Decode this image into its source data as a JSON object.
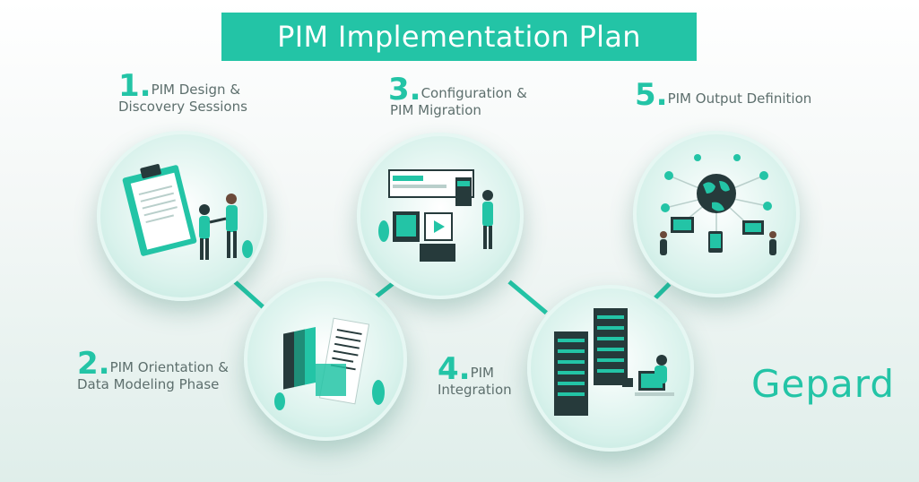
{
  "title": "PIM Implementation Plan",
  "steps": [
    {
      "number": "1.",
      "line1": "PIM Design &",
      "line2": "Discovery Sessions"
    },
    {
      "number": "2.",
      "line1": "PIM Orientation &",
      "line2": "Data Modeling Phase"
    },
    {
      "number": "3.",
      "line1": "Configuration &",
      "line2": "PIM Migration"
    },
    {
      "number": "4.",
      "line1": "PIM",
      "line2": "Integration"
    },
    {
      "number": "5.",
      "line1": "PIM Output Definition",
      "line2": ""
    }
  ],
  "logo": "Gepard",
  "colors": {
    "accent": "#23c4a6",
    "text": "#5d6f6d",
    "dark": "#263a3b"
  },
  "icons": [
    "clipboard-handshake-illustration",
    "documents-folder-illustration",
    "configuration-migration-illustration",
    "server-integration-illustration",
    "global-network-illustration"
  ]
}
